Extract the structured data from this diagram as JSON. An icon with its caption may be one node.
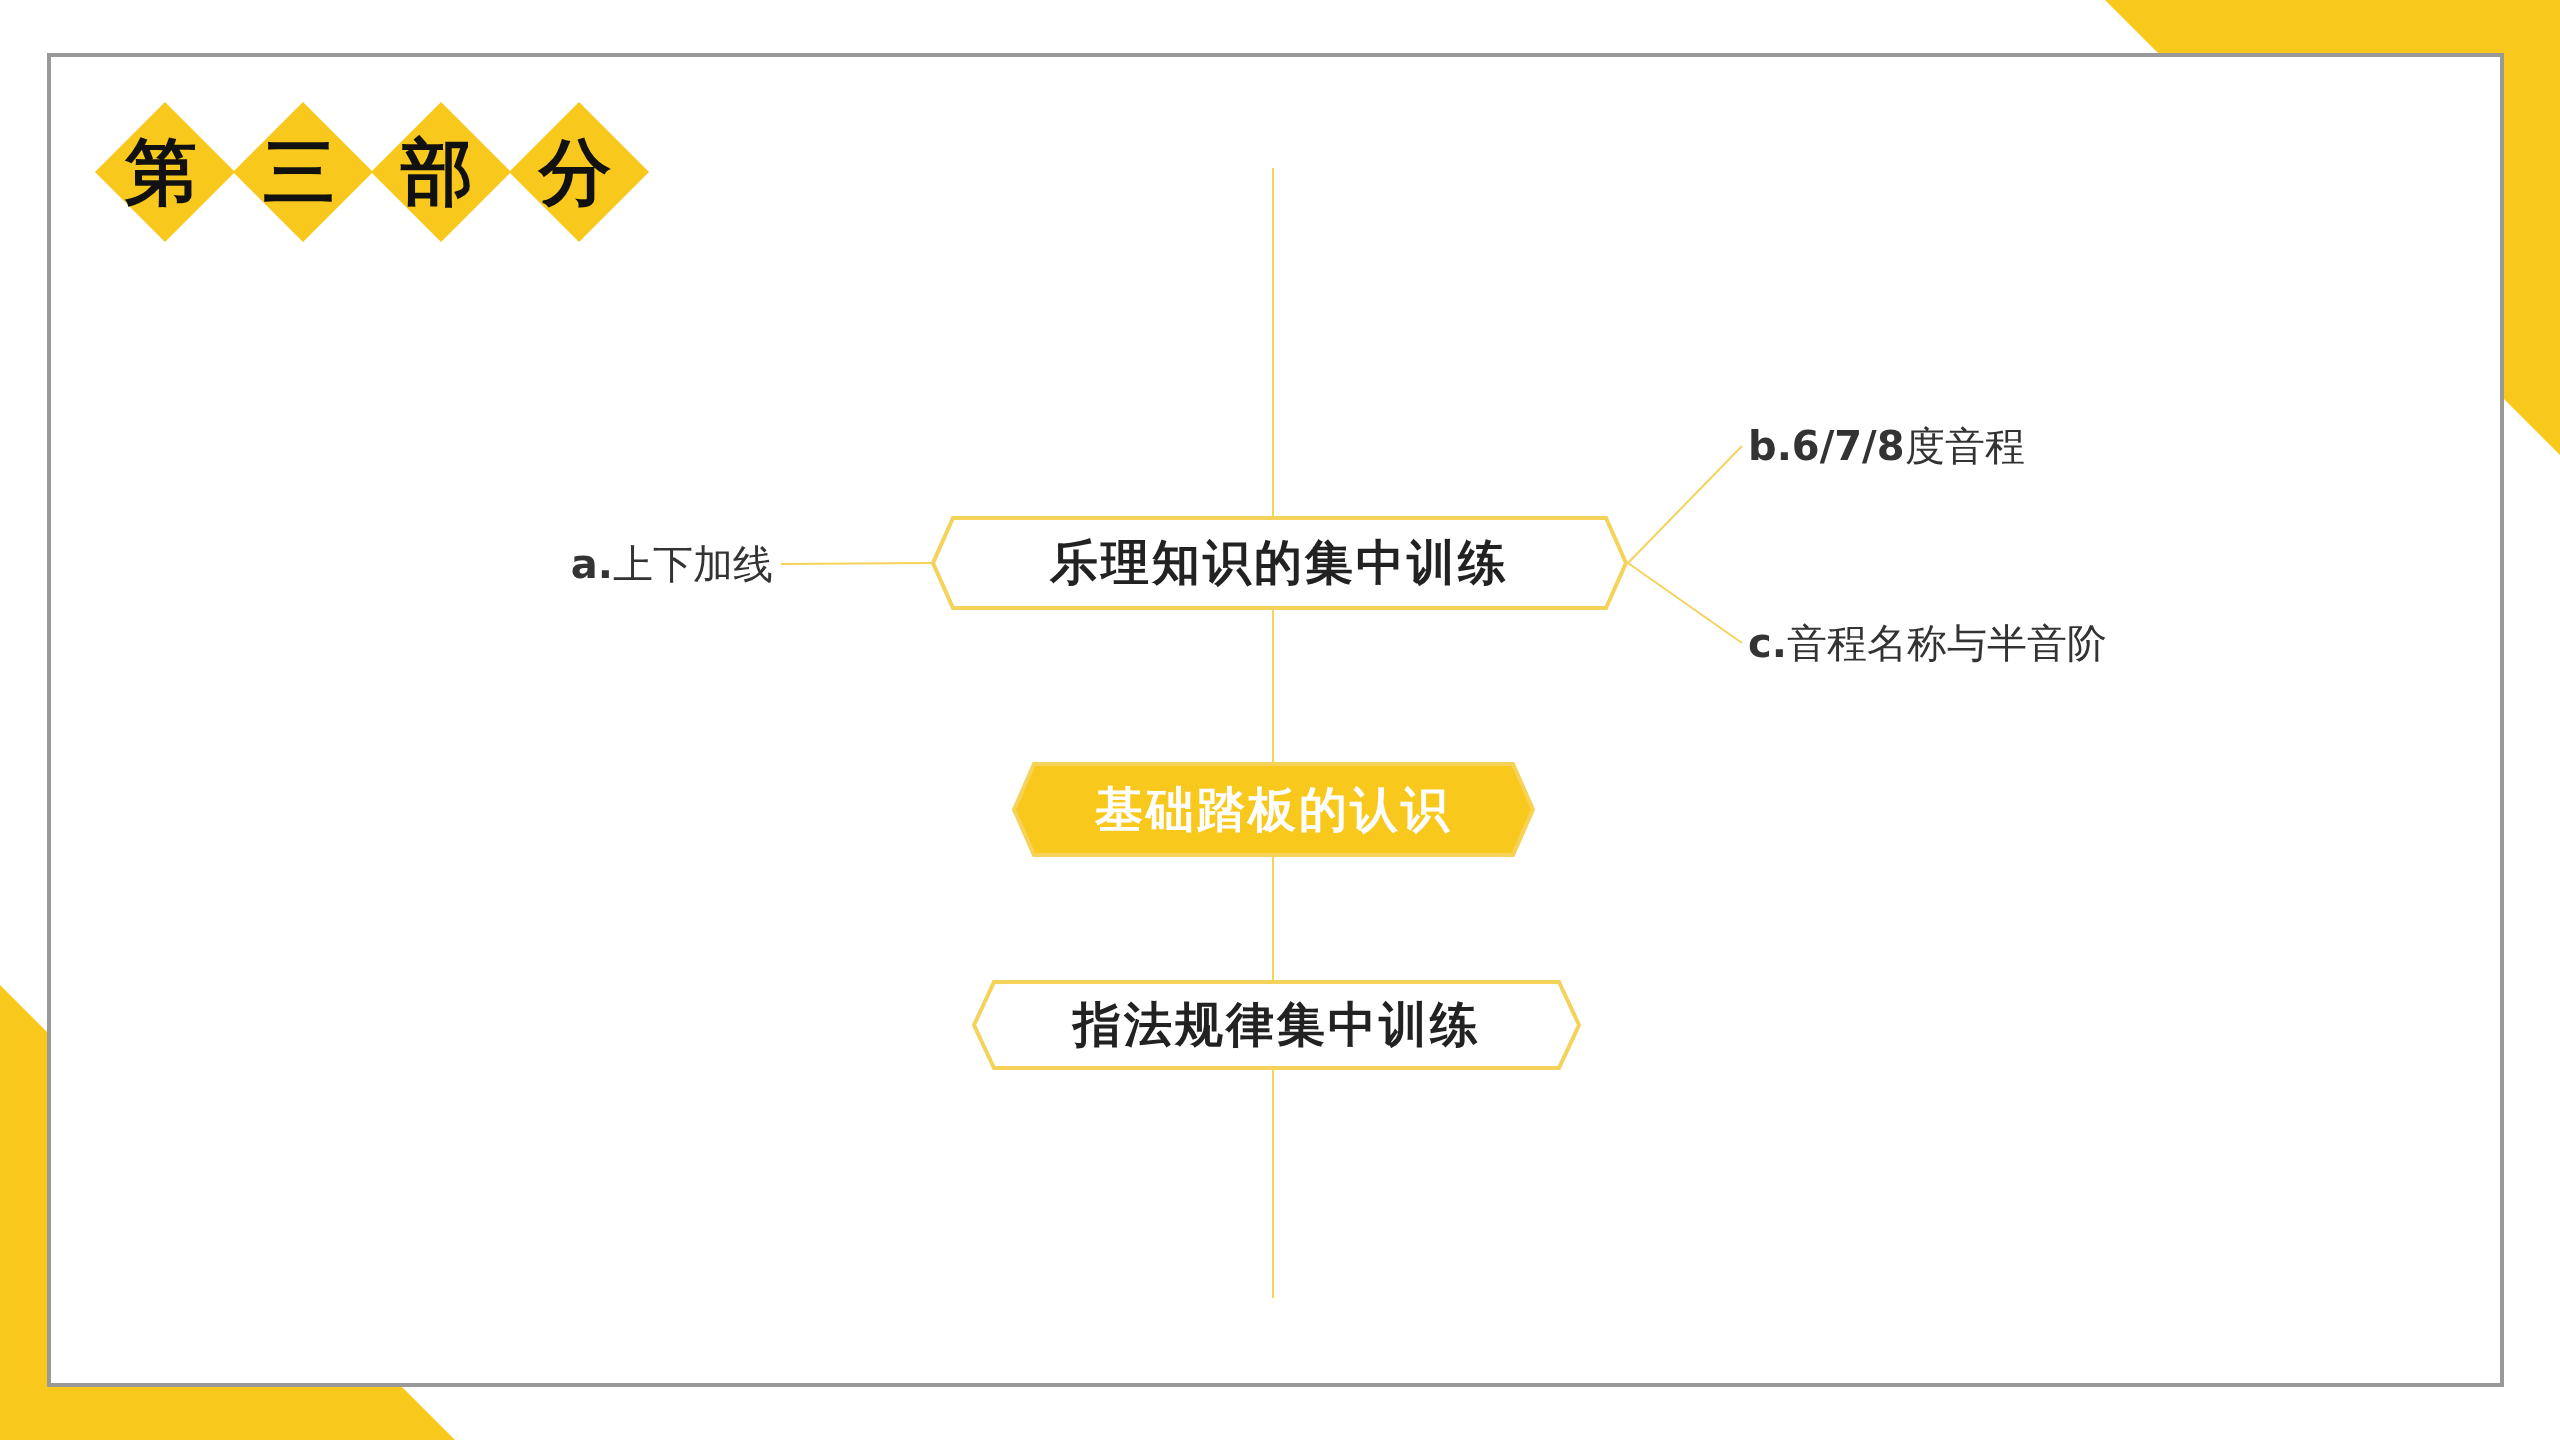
{
  "diagram": {
    "title": "第三部分",
    "nodes": [
      {
        "text": [
          "乐理知识的集中训练"
        ]
      },
      {
        "text": [
          "基础踏板的认识"
        ]
      },
      {
        "text": [
          "指法规律集中训练"
        ]
      },
      {
        "text": [
          "**a.**上下加线"
        ]
      },
      {
        "text": [
          "**b.6/7/8**度音程"
        ]
      },
      {
        "text": [
          "**c.**音程名称与半音阶"
        ]
      }
    ],
    "edges": [
      {
        "from": null,
        "to": 0,
        "arrow": "none"
      },
      {
        "from": 0,
        "to": 1,
        "arrow": "none"
      },
      {
        "from": 1,
        "to": 2,
        "arrow": "none"
      },
      {
        "from": 2,
        "to": null,
        "arrow": "none"
      },
      {
        "from": 3,
        "to": 0,
        "arrow": "none"
      },
      {
        "from": 0,
        "to": 4,
        "arrow": "none"
      },
      {
        "from": 0,
        "to": 5,
        "arrow": "none"
      }
    ]
  }
}
